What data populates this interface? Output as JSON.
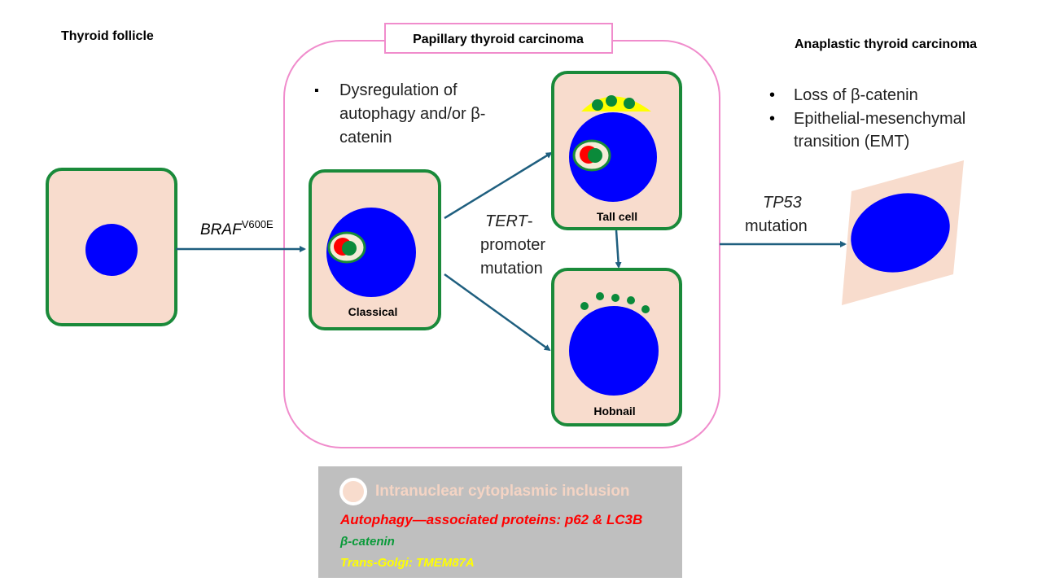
{
  "titles": {
    "thyroid_follicle": "Thyroid follicle",
    "ptc": "Papillary thyroid carcinoma",
    "atc": "Anaplastic thyroid carcinoma"
  },
  "mutations": {
    "braf_gene": "BRAF",
    "braf_variant": "V600E",
    "tert_1": "TERT",
    "tert_1_suffix": "-",
    "tert_2": "promoter",
    "tert_3": "mutation",
    "tp53_1": "TP53",
    "tp53_2": "mutation"
  },
  "ptc_note": {
    "bullet": "▪",
    "line1": "Dysregulation of",
    "line2": "autophagy and/or β-",
    "line3": "catenin"
  },
  "atc_notes": [
    "Loss of β-catenin",
    "Epithelial-mesenchymal",
    "transition (EMT)"
  ],
  "atc_bullet": "•",
  "cell_labels": {
    "classical": "Classical",
    "tall_cell": "Tall cell",
    "hobnail": "Hobnail"
  },
  "legend": {
    "inclusion": "Intranuclear cytoplasmic inclusion",
    "autophagy": "Autophagy—associated proteins: p62 & LC3B",
    "catenin": "β-catenin",
    "golgi": "Trans-Golgi: TMEM87A"
  },
  "colors": {
    "cell_fill": "#f8dccd",
    "cell_border": "#1a8a3a",
    "nucleus": "#0000ff",
    "arrow": "#1f5f7f",
    "ptc_border": "#f08ccc",
    "autophagy_red": "#ff0000",
    "catenin_green": "#0a8a3a",
    "golgi_yellow": "#ffff00",
    "legend_bg": "#bfbfbf"
  }
}
